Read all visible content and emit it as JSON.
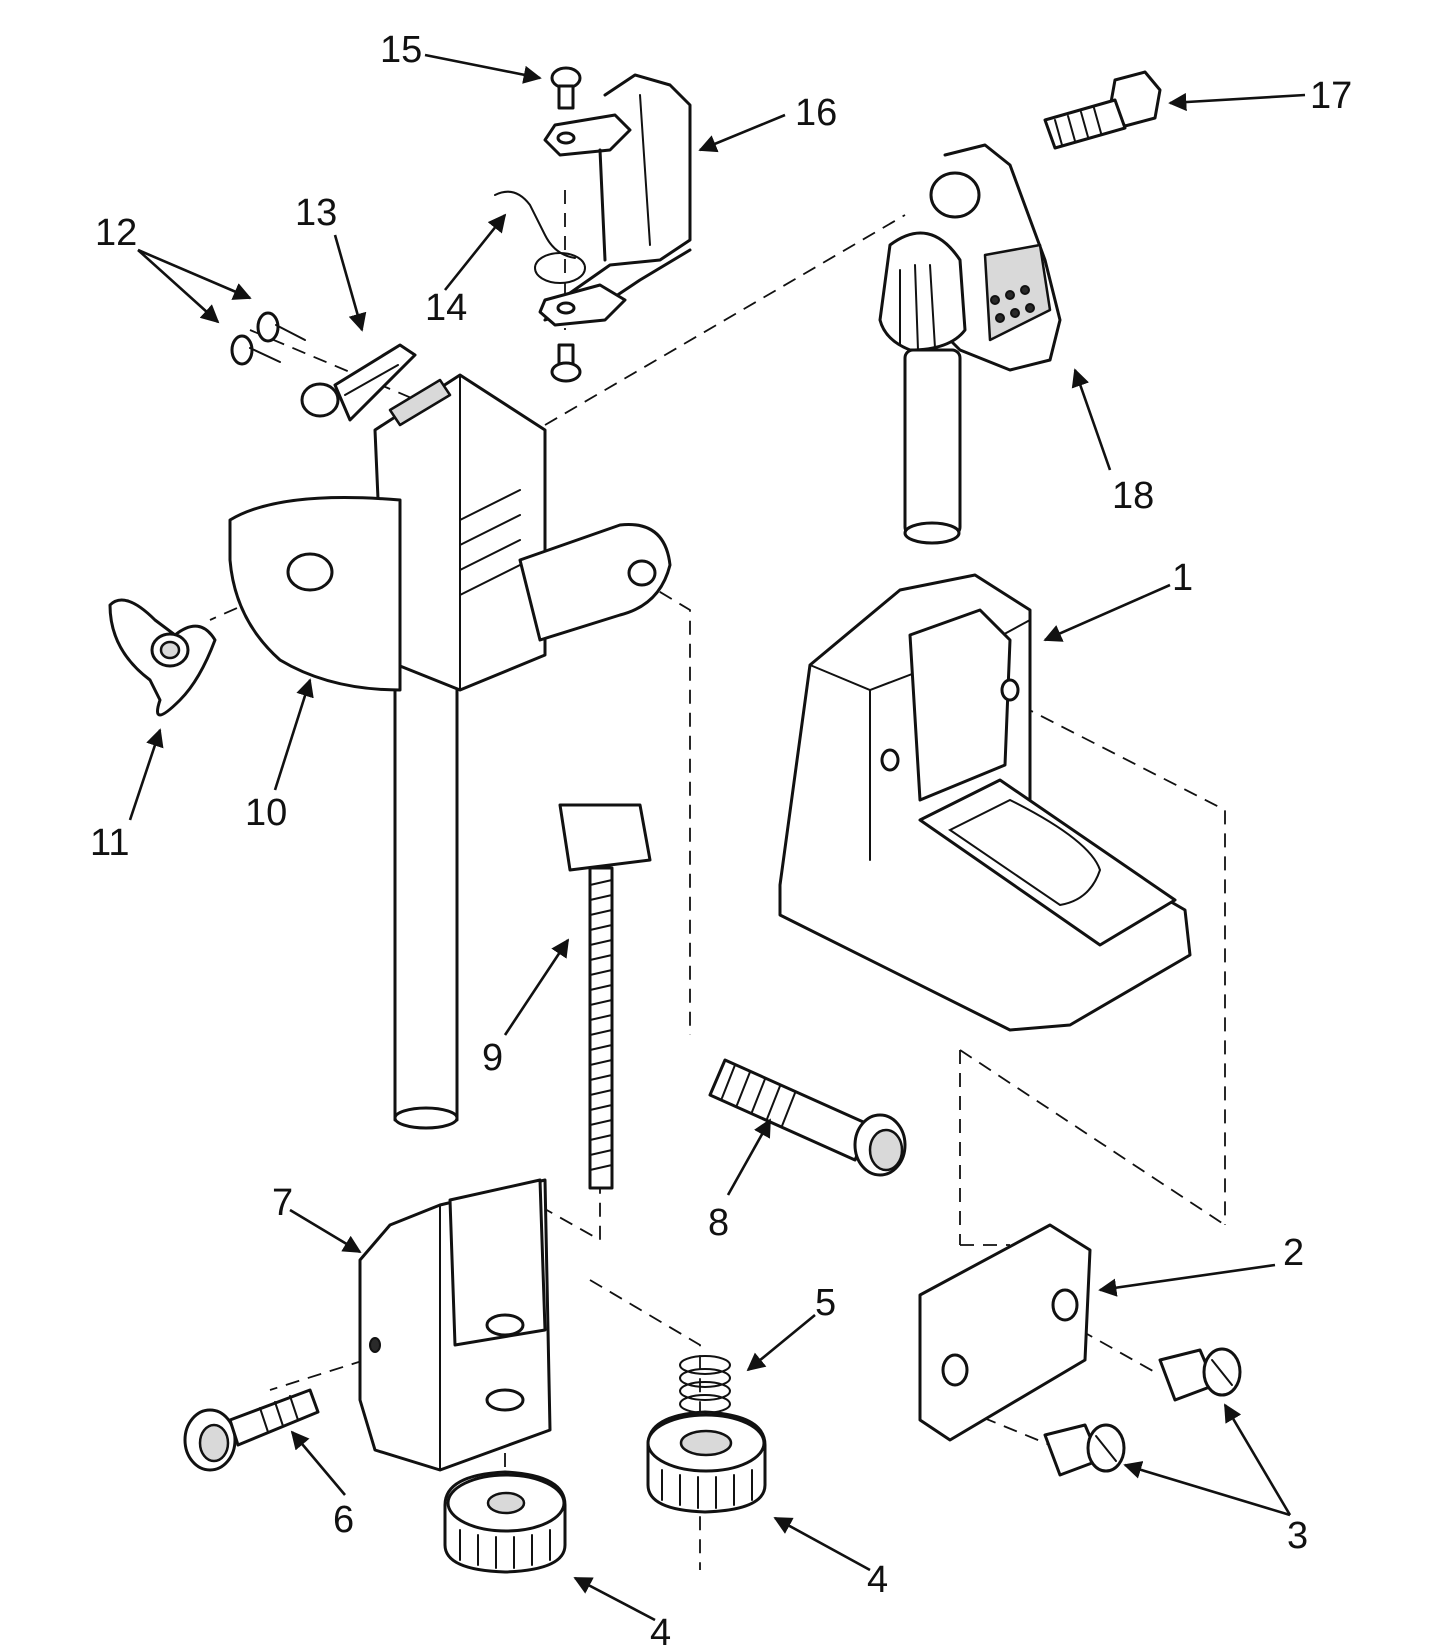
{
  "callouts": {
    "c1": "1",
    "c2": "2",
    "c3": "3",
    "c4a": "4",
    "c4b": "4",
    "c5": "5",
    "c6": "6",
    "c7": "7",
    "c8": "8",
    "c9": "9",
    "c10": "10",
    "c11": "11",
    "c12": "12",
    "c13": "13",
    "c14": "14",
    "c15": "15",
    "c16": "16",
    "c17": "17",
    "c18": "18"
  }
}
